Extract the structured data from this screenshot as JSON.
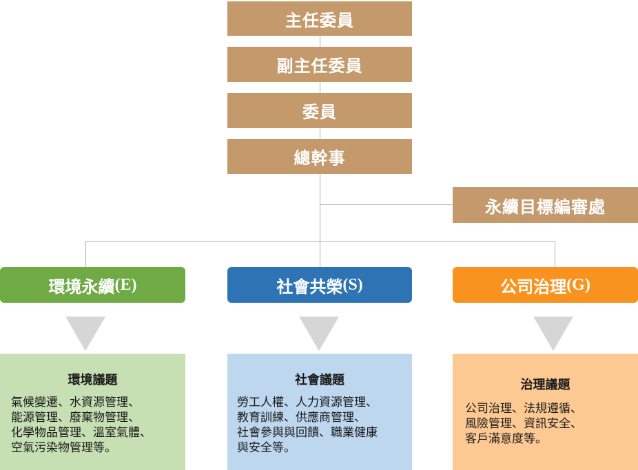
{
  "hierarchy": {
    "chair": "主任委員",
    "vice_chair": "副主任委員",
    "members": "委員",
    "secretary_general": "總幹事",
    "office": "永續目標編審處"
  },
  "categories": [
    {
      "name": "環境永續",
      "code": "(E)",
      "color": "#6faa45",
      "panel_color": "#c6dfb3",
      "issues_title": "環境議題",
      "issues_text": "氣候變遷、水資源管理、\n能源管理、廢棄物管理、\n化學物品管理、溫室氣體、\n空氣污染物管理等。"
    },
    {
      "name": "社會共榮",
      "code": "(S)",
      "color": "#2e74b5",
      "panel_color": "#bdd7ee",
      "issues_title": "社會議題",
      "issues_text": "勞工人權、人力資源管理、\n教育訓練、供應商管理、\n社會參與與回饋、職業健康\n與安全等。"
    },
    {
      "name": "公司治理",
      "code": "(G)",
      "color": "#f7931e",
      "panel_color": "#fdc993",
      "issues_title": "治理議題",
      "issues_text": "公司治理、法規遵循、\n風險管理、資訊安全、\n客戶滿意度等。"
    }
  ]
}
